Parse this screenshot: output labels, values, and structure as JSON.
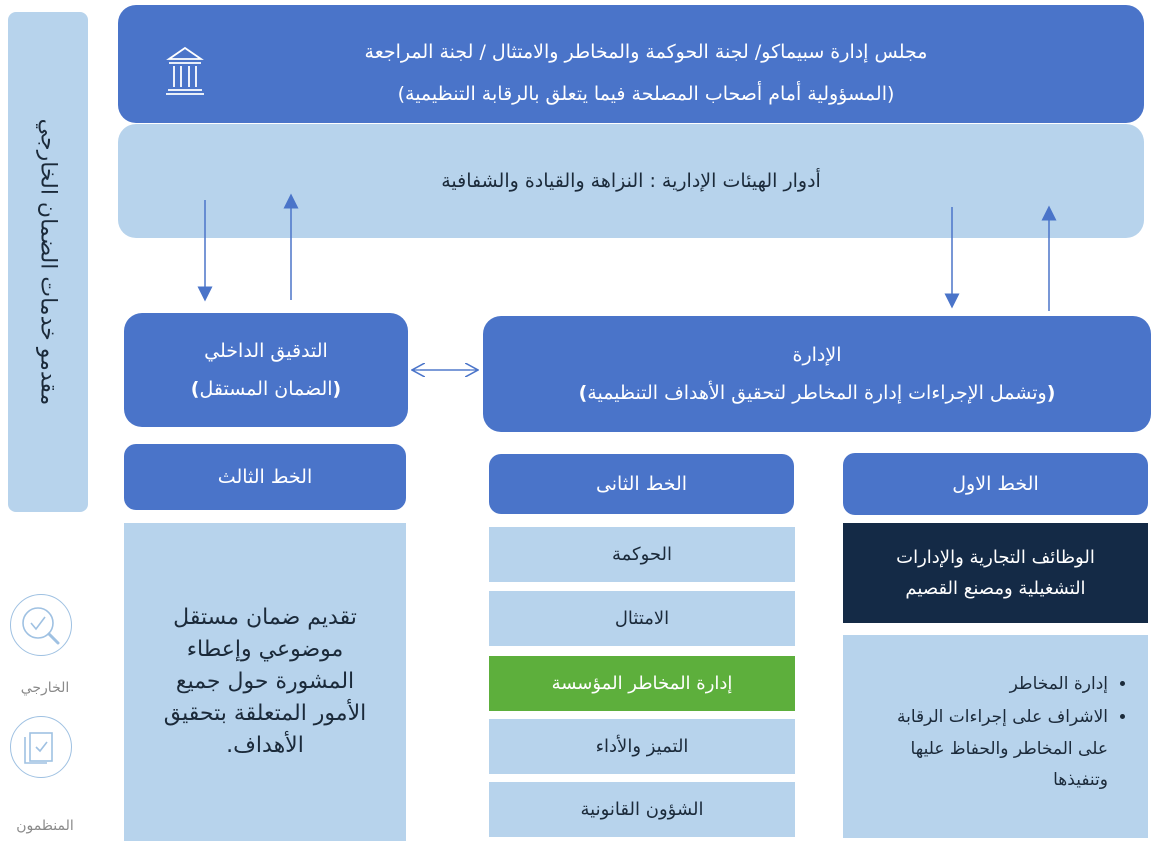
{
  "side_bar": {
    "text": "مقدمو خدمات الضمان الخارجي"
  },
  "side_labels": {
    "external": "الخارجي",
    "organized": "المنظمون"
  },
  "board": {
    "line1": "مجلس إدارة سبيماكو/ لجنة الحوكمة والمخاطر والامتثال / لجنة المراجعة",
    "line2": "(المسؤولية أمام أصحاب المصلحة فيما يتعلق بالرقابة التنظيمية)"
  },
  "roles": "أدوار الهيئات الإدارية : النزاهة والقيادة والشفافية",
  "internal_audit": {
    "title": "التدقيق الداخلي",
    "paren_open": "(",
    "subtitle": "الضمان المستقل",
    "paren_close": ")"
  },
  "management": {
    "title": "الإدارة",
    "paren_open": "(",
    "subtitle": "وتشمل الإجراءات إدارة المخاطر لتحقيق الأهداف التنظيمية",
    "paren_close": ")"
  },
  "lines": {
    "first": "الخط الاول",
    "second": "الخط الثانى",
    "third": "الخط الثالث"
  },
  "third_description": "تقديم ضمان مستقل موضوعي وإعطاء المشورة حول جميع الأمور المتعلقة بتحقيق الأهداف.",
  "second_items": [
    "الحوكمة",
    "الامتثال",
    "إدارة المخاطر المؤسسة",
    "التميز والأداء",
    "الشؤون القانونية"
  ],
  "first_dark": "الوظائف التجارية والإدارات التشغيلية ومصنع القصيم",
  "first_bullets": [
    "إدارة المخاطر",
    "الاشراف على إجراءات الرقابة على المخاطر والحفاظ عليها وتنفيذها"
  ],
  "colors": {
    "primary_blue": "#4a74c9",
    "light_blue": "#b7d3ec",
    "dark_navy": "#142a46",
    "green": "#5daf3c"
  },
  "icons": {
    "board": "institution-icon",
    "external": "search-check-icon",
    "organized": "document-check-icon"
  }
}
